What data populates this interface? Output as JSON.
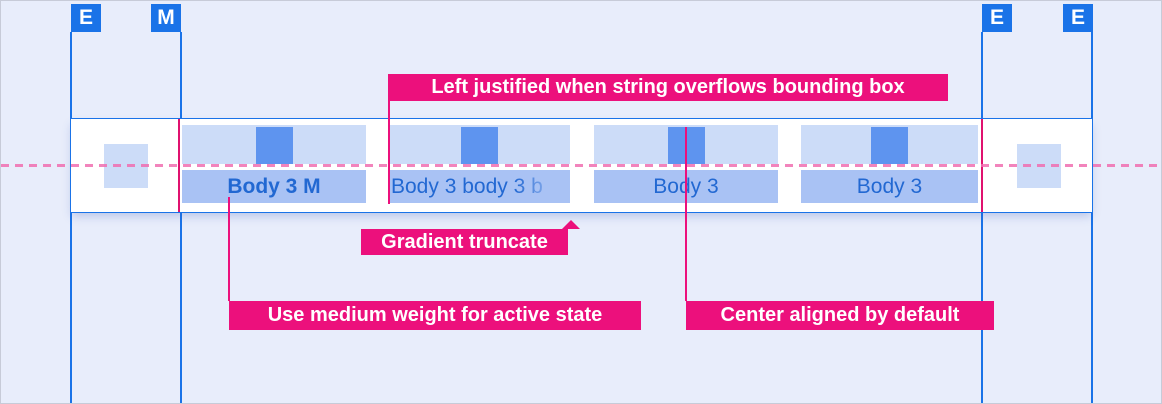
{
  "colors": {
    "background": "#e8edfb",
    "accent_blue": "#1a73e8",
    "band_bg": "#ffffff",
    "tab_icon_area": "#ccdcf8",
    "tab_icon": "#5e94ef",
    "tab_label_bg": "#a9c2f4",
    "tab_text": "#2268d2",
    "annotation_pink": "#ec107c",
    "dashed_line_pink": "#f06eb0",
    "margin_line_crimson": "#e0116f"
  },
  "guide_badges": [
    {
      "label": "E"
    },
    {
      "label": "M"
    },
    {
      "label": "E"
    },
    {
      "label": "E"
    }
  ],
  "tab_bar": {
    "tabs": [
      {
        "label": "Body 3 M",
        "state": "active"
      },
      {
        "label": "Body 3 body 3 b",
        "state": "truncated"
      },
      {
        "label": "Body 3",
        "state": "default"
      },
      {
        "label": "Body 3",
        "state": "default"
      }
    ]
  },
  "annotations": [
    {
      "text": "Left justified when string overflows bounding box"
    },
    {
      "text": "Gradient truncate"
    },
    {
      "text": "Use medium weight for active state"
    },
    {
      "text": "Center aligned by default"
    }
  ]
}
